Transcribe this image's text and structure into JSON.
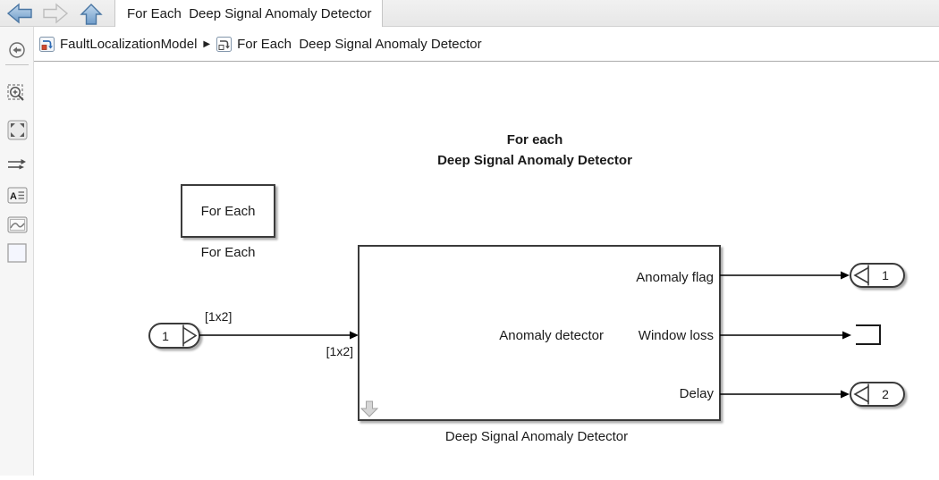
{
  "titlebar": {
    "tab_title": "For Each  Deep Signal Anomaly Detector"
  },
  "breadcrumb": {
    "root": "FaultLocalizationModel",
    "separator": "▶",
    "current": "For Each  Deep Signal Anomaly Detector"
  },
  "sidebar": {
    "icons": [
      "explorer-bar-toggle",
      "zoom-region",
      "fit-to-view",
      "signal-routing",
      "annotation",
      "viewmark",
      "blank-swatch"
    ]
  },
  "canvas": {
    "heading_line1": "For each",
    "heading_line2": "Deep Signal Anomaly Detector",
    "for_each_block": {
      "text": "For Each",
      "caption": "For Each"
    },
    "inport": {
      "number": "1",
      "signal_label_src": "[1x2]",
      "signal_label_dst": "[1x2]"
    },
    "detector_block": {
      "inner_label": "Anomaly detector",
      "out_port_labels": [
        "Anomaly flag",
        "Window loss",
        "Delay"
      ],
      "caption": "Deep Signal Anomaly Detector"
    },
    "outport1": {
      "number": "1"
    },
    "outport2": {
      "number": "2"
    }
  },
  "colors": {
    "accent_blue": "#6f9cc9",
    "block_border": "#3a3a3a",
    "chrome_gray": "#ededed",
    "badge_gray": "#c9c9c9"
  }
}
